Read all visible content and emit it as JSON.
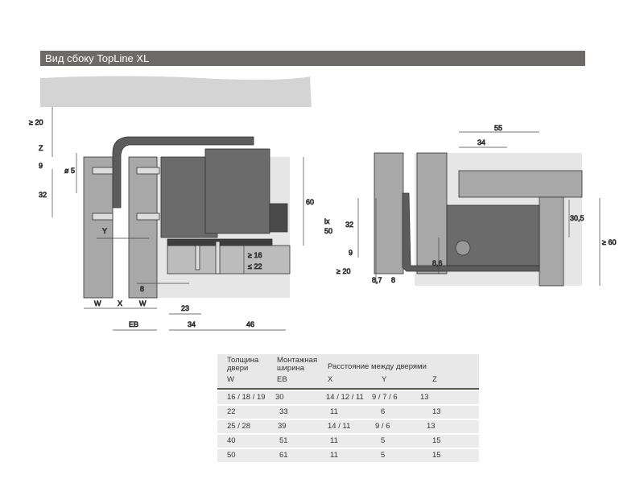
{
  "title": "Вид сбоку TopLine XL",
  "left_view": {
    "dims": {
      "ge20": "≥ 20",
      "z": "Z",
      "nine": "9",
      "d5": "ø 5",
      "d32": "32",
      "y": "Y",
      "d60": "60",
      "ge16": "≥ 16",
      "le22": "≤ 22",
      "d8": "8",
      "w1": "W",
      "x": "X",
      "w2": "W",
      "d23": "23",
      "eb": "EB",
      "d34": "34",
      "d46": "46"
    }
  },
  "right_view": {
    "dims": {
      "d55": "55",
      "d34": "34",
      "d32": "32",
      "d9": "9",
      "ge20": "≥ 20",
      "d87": "8,7",
      "d8": "8",
      "d86": "8,6",
      "d305": "30,5",
      "ge60": "≥ 60",
      "cut1": "ix",
      "cut2": "50"
    }
  },
  "table": {
    "headers": {
      "w_title": "Толщина двери",
      "w": "W",
      "eb_title": "Монтажная ширина",
      "eb": "EB",
      "dist_title": "Расстояние между дверями",
      "x": "X",
      "y": "Y",
      "z": "Z"
    },
    "rows": [
      {
        "w": "16 / 18 / 19",
        "eb": "30",
        "x": "14 / 12 / 11",
        "y": "9 / 7 / 6",
        "z": "13"
      },
      {
        "w": "22",
        "eb": "33",
        "x": "11",
        "y": "6",
        "z": "13"
      },
      {
        "w": "25 / 28",
        "eb": "39",
        "x": "14 / 11",
        "y": "9 / 6",
        "z": "13"
      },
      {
        "w": "40",
        "eb": "51",
        "x": "11",
        "y": "5",
        "z": "15"
      },
      {
        "w": "50",
        "eb": "61",
        "x": "11",
        "y": "5",
        "z": "15"
      }
    ]
  }
}
